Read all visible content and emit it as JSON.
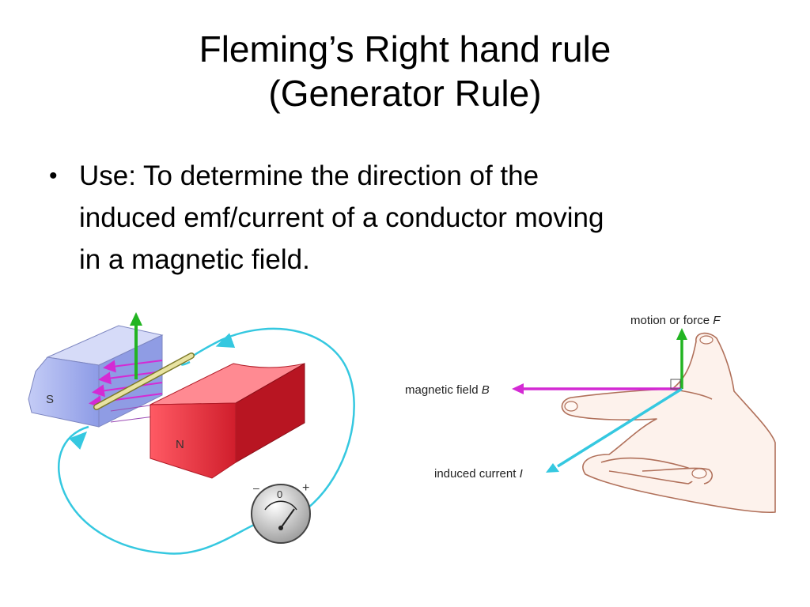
{
  "slide": {
    "title_line1": "Fleming’s Right hand rule",
    "title_line2": "(Generator Rule)",
    "bullets": [
      {
        "marker": "•",
        "lines": [
          "Use: To determine the direction of the",
          "induced emf/current of a conductor moving",
          "in a magnetic field."
        ]
      }
    ]
  },
  "generator_figure": {
    "south_pole_label": "S",
    "north_pole_label": "N",
    "meter_zero_label": "0",
    "meter_minus_label": "–",
    "meter_plus_label": "+"
  },
  "hand_figure": {
    "motion_label": "motion or force ",
    "motion_symbol": "F",
    "field_label": "magnetic field ",
    "field_symbol": "B",
    "current_label": "induced current ",
    "current_symbol": "I"
  },
  "colors": {
    "field_arrow": "#d42ad4",
    "motion_arrow": "#22b422",
    "current_arrow": "#35c8e0",
    "south_magnet": "#a8b4ee",
    "north_magnet": "#e8323f",
    "hand_outline": "#b0705a",
    "hand_fill": "#fdf2ec"
  }
}
